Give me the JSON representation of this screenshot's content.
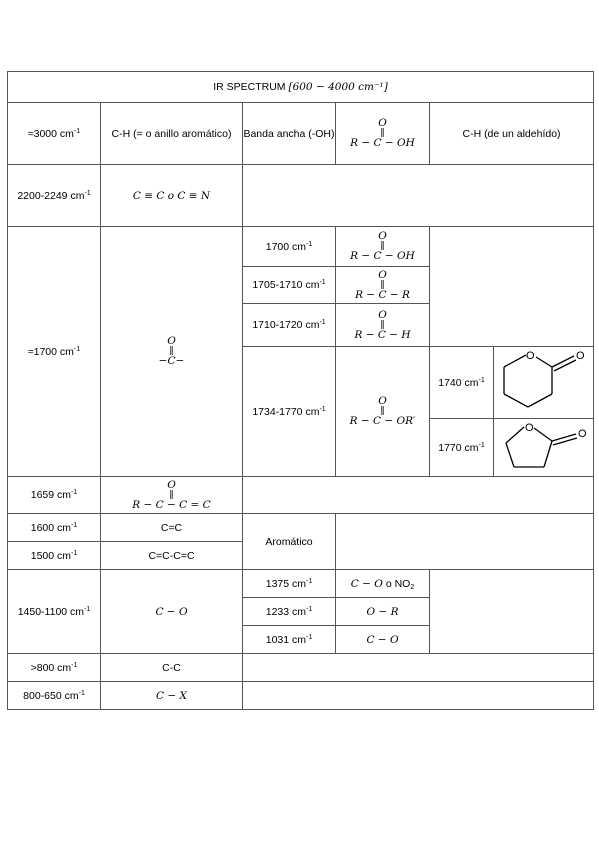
{
  "title": {
    "prefix": "IR SPECTRUM",
    "range": "[600 − 4000 cm⁻¹]"
  },
  "r3000": {
    "wn": "≈3000 cm",
    "sup": "-1",
    "ch": "C-H (= o anillo aromático)",
    "band": "Banda ancha (-OH)",
    "acid_o": "O",
    "acid_bond": "‖",
    "acid_chain": "R − C − OH",
    "aldehyde": "C-H (de un aldehído)"
  },
  "r2200": {
    "wn": "2200-2249 cm",
    "sup": "-1",
    "formula": "C ≡ C o C ≡ N"
  },
  "r1700": {
    "wn": "≈1700 cm",
    "sup": "-1",
    "carbonyl": {
      "o": "O",
      "bond": "‖",
      "chain": "−C−"
    },
    "rows": [
      {
        "wn": "1700 cm",
        "sup": "-1",
        "o": "O",
        "bond": "‖",
        "chain": "R − C − OH"
      },
      {
        "wn": "1705-1710 cm",
        "sup": "-1",
        "o": "O",
        "bond": "‖",
        "chain": "R − C − R"
      },
      {
        "wn": "1710-1720 cm",
        "sup": "-1",
        "o": "O",
        "bond": "‖",
        "chain": "R − C − H"
      }
    ],
    "ester": {
      "wn": "1734-1770 cm",
      "sup": "-1",
      "o": "O",
      "bond": "‖",
      "chain": "R − C − OR′"
    },
    "lactone6": {
      "wn": "1740 cm",
      "sup": "-1",
      "ring_o": "O",
      "exo_o": "O"
    },
    "lactone5": {
      "wn": "1770 cm",
      "sup": "-1",
      "ring_o": "O",
      "exo_o": "O"
    }
  },
  "r1659": {
    "wn": "1659 cm",
    "sup": "-1",
    "o": "O",
    "bond": "‖",
    "chain": "R − C − C = C"
  },
  "r1600": {
    "wn": "1600 cm",
    "sup": "-1",
    "label": "C=C"
  },
  "r1500": {
    "wn": "1500 cm",
    "sup": "-1",
    "label": "C=C-C=C"
  },
  "aromatic": "Aromático",
  "r1450": {
    "wn": "1450-1100 cm",
    "sup": "-1",
    "formula": "C − O",
    "rows": [
      {
        "wn": "1375 cm",
        "sup": "-1",
        "formula": "C − O",
        "extra": "o NO",
        "sub": "2"
      },
      {
        "wn": "1233 cm",
        "sup": "-1",
        "formula": "O − R"
      },
      {
        "wn": "1031 cm",
        "sup": "-1",
        "formula": "C − O"
      }
    ]
  },
  "r800": {
    "wn": ">800 cm",
    "sup": "-1",
    "label": "C-C"
  },
  "r650": {
    "wn": "800-650 cm",
    "sup": "-1",
    "formula": "C − X"
  },
  "colors": {
    "border": "#555555",
    "text": "#000000"
  }
}
